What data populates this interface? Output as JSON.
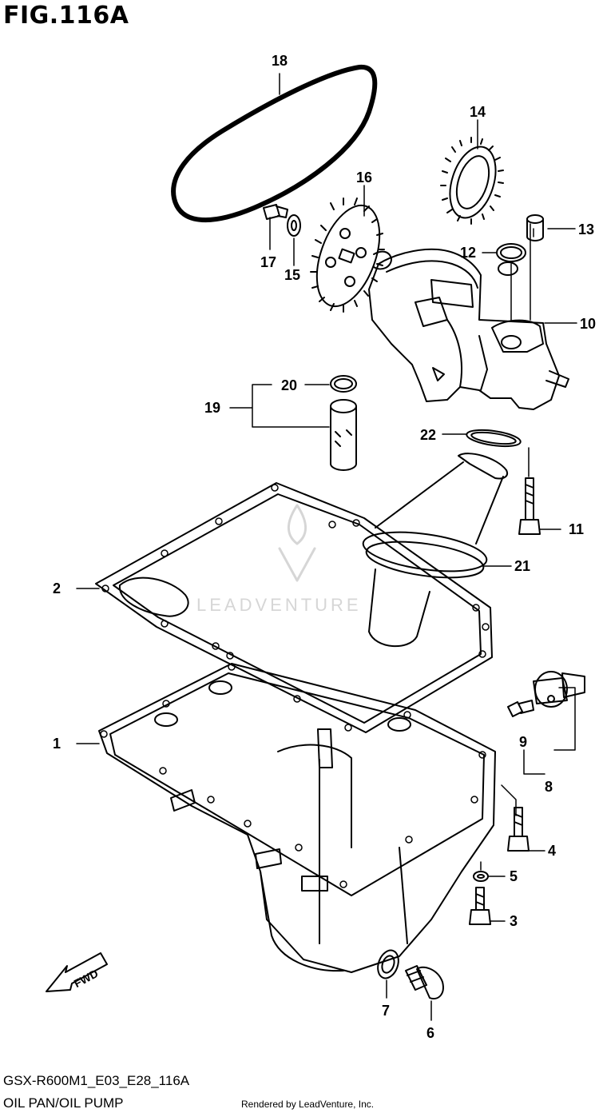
{
  "figure": {
    "title": "FIG.116A",
    "model_code": "GSX-R600M1_E03_E28_116A",
    "name": "OIL PAN/OIL PUMP",
    "credit": "Rendered by LeadVenture, Inc.",
    "watermark": "LEADVENTURE",
    "fwd_label": "FWD"
  },
  "callouts": [
    "1",
    "2",
    "3",
    "4",
    "5",
    "6",
    "7",
    "8",
    "9",
    "10",
    "11",
    "12",
    "13",
    "14",
    "15",
    "16",
    "17",
    "18",
    "19",
    "20",
    "21",
    "22"
  ],
  "colors": {
    "ink": "#000000",
    "watermark": "#d6d6d6",
    "paper": "#ffffff"
  }
}
